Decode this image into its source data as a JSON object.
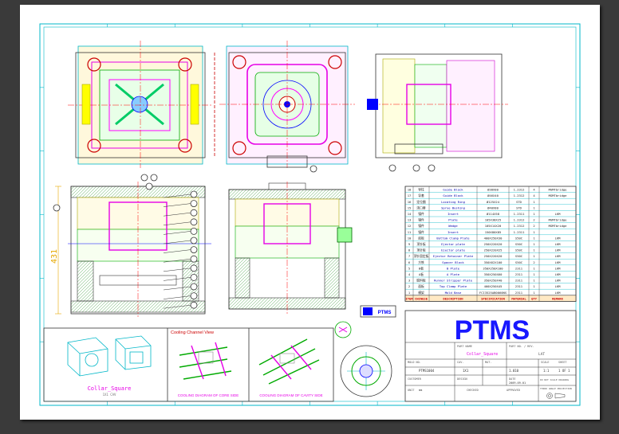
{
  "title_block": {
    "brand": "PTMS",
    "part_name_label": "PART NAME",
    "part_name": "Collar_Square",
    "part_no_label": "PART NO. / REV.",
    "part_no": "LAT",
    "mold_no_label": "MOLD NO.",
    "mold_no": "PTMS1004",
    "cavity_label": "CAV.",
    "cavity": "1X1",
    "material_label": "MAT.",
    "shrinkage": "1.010",
    "unit_label": "UNIT",
    "unit": "mm",
    "scale_label": "SCALE",
    "scale": "1:1",
    "sheet_label": "SHEET",
    "sheet": "1 OF 1",
    "customer_label": "CUSTOMER",
    "designer_label": "DESIGN",
    "date_label": "DATE",
    "date": "2009-09-01",
    "note": "DO NOT SCALE DRAWING",
    "projection_label": "THIRD ANGLE PROJECTION",
    "approved_label": "APPROVED",
    "checked_label": "CHECKED"
  },
  "dimension": "431",
  "bottom_panels": {
    "part_caption": "Collar_Square",
    "part_sub": "1X1 CAV",
    "cooling_title": "Cooling Channel View",
    "core_caption": "COOLING DIAGRAM OF CORE SIDE",
    "cavity_caption": "COOLING DIAGRAM OF CAVITY SIDE"
  },
  "plate_label": "PTMS",
  "bom": {
    "headers": [
      "ITEM",
      "CHINESE",
      "DESCRIPTION",
      "SPECIFICATION",
      "MATERIAL",
      "QTY",
      "REMARK"
    ],
    "rows": [
      [
        "18",
        "导柱",
        "Guide Block",
        "Ø38X80",
        "1.2312",
        "4",
        "MGMTbridge"
      ],
      [
        "17",
        "导套",
        "Guide Block",
        "Ø46X40",
        "1.2312",
        "4",
        "MGMTbridge"
      ],
      [
        "16",
        "定位圈",
        "Locating Ring",
        "Ø125X24",
        "STD",
        "1",
        ""
      ],
      [
        "15",
        "浇口套",
        "Sprue Bushing",
        "Ø40X80",
        "STD",
        "1",
        ""
      ],
      [
        "14",
        "镶件",
        "Insert",
        "Ø114X58",
        "1.2311",
        "1",
        "LKM"
      ],
      [
        "13",
        "镶件",
        "Plate",
        "105X38X25",
        "1.2312",
        "2",
        "MGMTbridge"
      ],
      [
        "12",
        "镶件",
        "Wedge",
        "105X14X20",
        "1.2312",
        "2",
        "MGMTbridge"
      ],
      [
        "11",
        "镶件",
        "Insert",
        "150X80X85",
        "1.2311",
        "1",
        ""
      ],
      [
        "10",
        "底板",
        "Bottom Clamp Plate",
        "400X250X30",
        "S50C",
        "1",
        "LKM"
      ],
      [
        "9",
        "顶针板",
        "Ejector plate",
        "250X220X20",
        "S50C",
        "1",
        "LKM"
      ],
      [
        "8",
        "顶针板",
        "Ejector plate",
        "250X220X25",
        "S50C",
        "1",
        "LKM"
      ],
      [
        "7",
        "顶针固定板",
        "Ejector Retainer Plate",
        "250X220X20",
        "S50C",
        "1",
        "LKM"
      ],
      [
        "6",
        "方铁",
        "Spacer Block",
        "350X62X100",
        "S50C",
        "2",
        "LKM"
      ],
      [
        "5",
        "B板",
        "B Plate",
        "350X250X100",
        "2311",
        "1",
        "LKM"
      ],
      [
        "4",
        "A板",
        "A Plate",
        "350X250X60",
        "2311",
        "1",
        "LKM"
      ],
      [
        "3",
        "脱料板",
        "Runner Stripper Plate",
        "350X250X40",
        "2311",
        "1",
        "LKM"
      ],
      [
        "2",
        "面板",
        "Top Clamp Plate",
        "400X250X45",
        "2311",
        "1",
        "LKM"
      ],
      [
        "1",
        "模架",
        "Mold Base",
        "FCI3525AB0060NS",
        "2311",
        "1",
        "LKM"
      ]
    ]
  }
}
